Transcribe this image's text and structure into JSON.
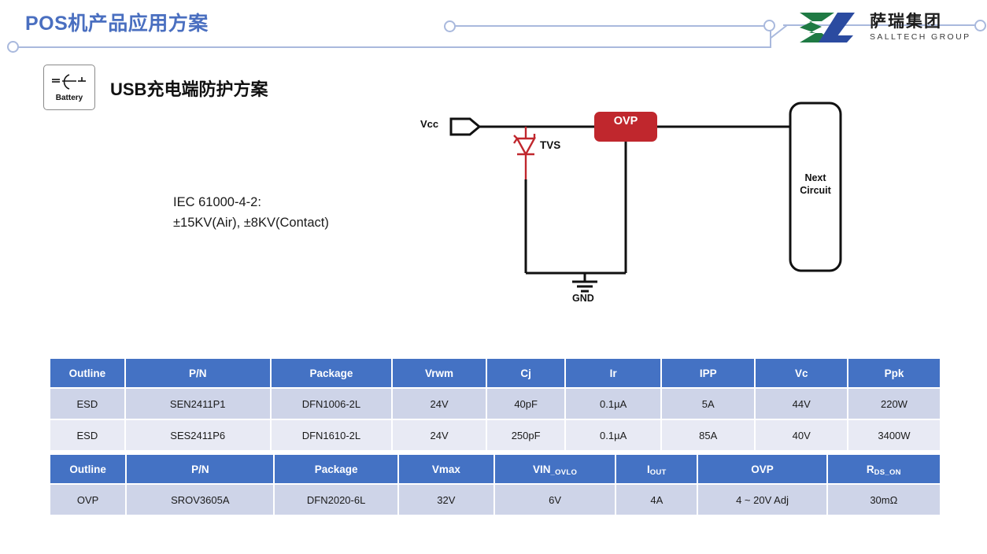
{
  "header": {
    "title": "POS机产品应用方案",
    "accent_color": "#4a6fc0",
    "deco_color": "#a9b9dd"
  },
  "logo": {
    "name_cn": "萨瑞集团",
    "name_en": "SALLTECH GROUP",
    "mark_green": "#1f7a44",
    "mark_blue": "#2b4ba0"
  },
  "section": {
    "badge_label": "Battery",
    "badge_icon": "battery-symbol",
    "heading": "USB充电端防护方案"
  },
  "spec_note": {
    "line1": "IEC 61000-4-2:",
    "line2": "±15KV(Air), ±8KV(Contact)"
  },
  "circuit": {
    "vcc_label": "Vcc",
    "tvs_label": "TVS",
    "gnd_label": "GND",
    "ovp_label": "OVP",
    "next_circuit_line1": "Next",
    "next_circuit_line2": "Circuit",
    "tvs_color": "#c0272d",
    "ovp_color": "#c0272d",
    "wire_color": "#111111"
  },
  "tables": [
    {
      "id": "esd",
      "headers": [
        "Outline",
        "P/N",
        "Package",
        "Vrwm",
        "Cj",
        "Ir",
        "IPP",
        "Vc",
        "Ppk"
      ],
      "rows": [
        [
          "ESD",
          "SEN2411P1",
          "DFN1006-2L",
          "24V",
          "40pF",
          "0.1µA",
          "5A",
          "44V",
          "220W"
        ],
        [
          "ESD",
          "SES2411P6",
          "DFN1610-2L",
          "24V",
          "250pF",
          "0.1µA",
          "85A",
          "40V",
          "3400W"
        ]
      ]
    },
    {
      "id": "ovp",
      "headers": [
        "Outline",
        "P/N",
        "Package",
        "Vmax",
        "VIN_OVLO",
        "IOUT",
        "OVP",
        "RDS_ON"
      ],
      "rows": [
        [
          "OVP",
          "SROV3605A",
          "DFN2020-6L",
          "32V",
          "6V",
          "4A",
          "4 ~ 20V Adj",
          "30mΩ"
        ]
      ]
    }
  ],
  "colors": {
    "header_blue": "#4472c4",
    "row_a": "#ced4e8",
    "row_b": "#e8eaf4"
  }
}
